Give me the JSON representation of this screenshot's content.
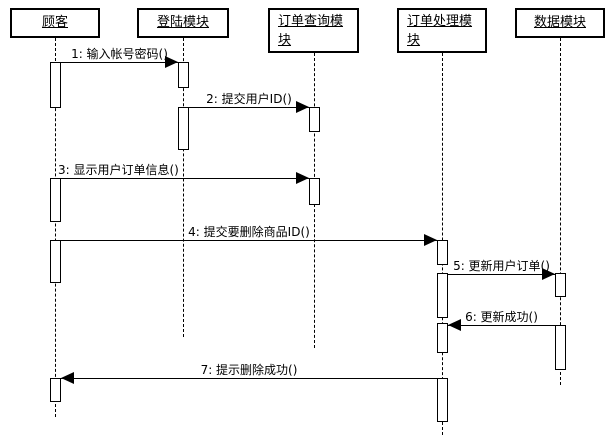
{
  "diagram": {
    "type": "uml-sequence-diagram",
    "colors": {
      "line": "#000000",
      "background": "#ffffff",
      "shape_fill": "#ffffff"
    },
    "objects": [
      {
        "id": "customer",
        "label": "顾客"
      },
      {
        "id": "login-module",
        "label": "登陆模块"
      },
      {
        "id": "order-query-module",
        "label": "订单查询模块"
      },
      {
        "id": "order-process-module",
        "label": "订单处理模块"
      },
      {
        "id": "data-module",
        "label": "数据模块"
      }
    ],
    "messages": [
      {
        "seq": 1,
        "label": "1: 输入帐号密码()",
        "from": "顾客",
        "to": "登陆模块",
        "direction": "right"
      },
      {
        "seq": 2,
        "label": "2: 提交用户ID()",
        "from": "登陆模块",
        "to": "订单查询模块",
        "direction": "right"
      },
      {
        "seq": 3,
        "label": "3: 显示用户订单信息()",
        "from": "顾客",
        "to": "订单查询模块",
        "direction": "right"
      },
      {
        "seq": 4,
        "label": "4: 提交要删除商品ID()",
        "from": "顾客",
        "to": "订单处理模块",
        "direction": "right"
      },
      {
        "seq": 5,
        "label": "5: 更新用户订单()",
        "from": "订单处理模块",
        "to": "数据模块",
        "direction": "right"
      },
      {
        "seq": 6,
        "label": "6: 更新成功()",
        "from": "数据模块",
        "to": "订单处理模块",
        "direction": "left"
      },
      {
        "seq": 7,
        "label": "7: 提示删除成功()",
        "from": "订单处理模块",
        "to": "顾客",
        "direction": "left"
      }
    ]
  }
}
